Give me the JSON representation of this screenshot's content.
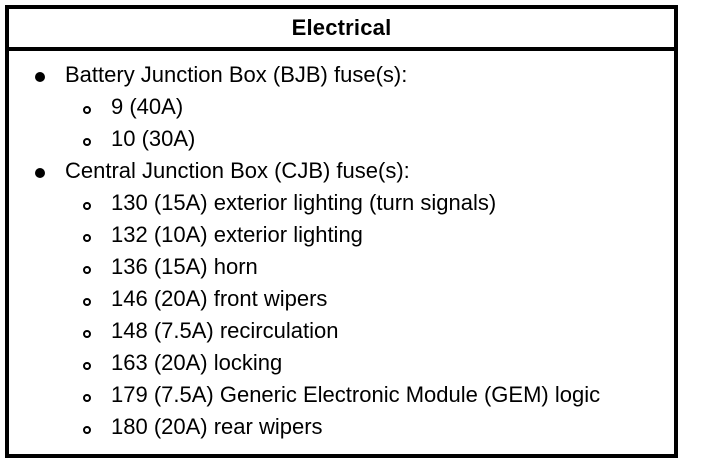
{
  "panel": {
    "title": "Electrical",
    "border_color": "#000000",
    "background_color": "#ffffff",
    "text_color": "#000000",
    "groups": [
      {
        "bullet_icon": "filled-disc-bullet-icon",
        "label": "Battery Junction Box (BJB) fuse(s):",
        "items": [
          {
            "bullet_icon": "hollow-circle-bullet-icon",
            "label": "9 (40A)"
          },
          {
            "bullet_icon": "hollow-circle-bullet-icon",
            "label": "10 (30A)"
          }
        ]
      },
      {
        "bullet_icon": "filled-disc-bullet-icon",
        "label": "Central Junction Box (CJB) fuse(s):",
        "items": [
          {
            "bullet_icon": "hollow-circle-bullet-icon",
            "label": "130 (15A) exterior lighting (turn signals)"
          },
          {
            "bullet_icon": "hollow-circle-bullet-icon",
            "label": "132 (10A) exterior lighting"
          },
          {
            "bullet_icon": "hollow-circle-bullet-icon",
            "label": "136 (15A) horn"
          },
          {
            "bullet_icon": "hollow-circle-bullet-icon",
            "label": "146 (20A) front wipers"
          },
          {
            "bullet_icon": "hollow-circle-bullet-icon",
            "label": "148 (7.5A) recirculation"
          },
          {
            "bullet_icon": "hollow-circle-bullet-icon",
            "label": "163 (20A) locking"
          },
          {
            "bullet_icon": "hollow-circle-bullet-icon",
            "label": "179 (7.5A) Generic Electronic Module (GEM) logic"
          },
          {
            "bullet_icon": "hollow-circle-bullet-icon",
            "label": "180 (20A) rear wipers"
          }
        ]
      }
    ]
  }
}
